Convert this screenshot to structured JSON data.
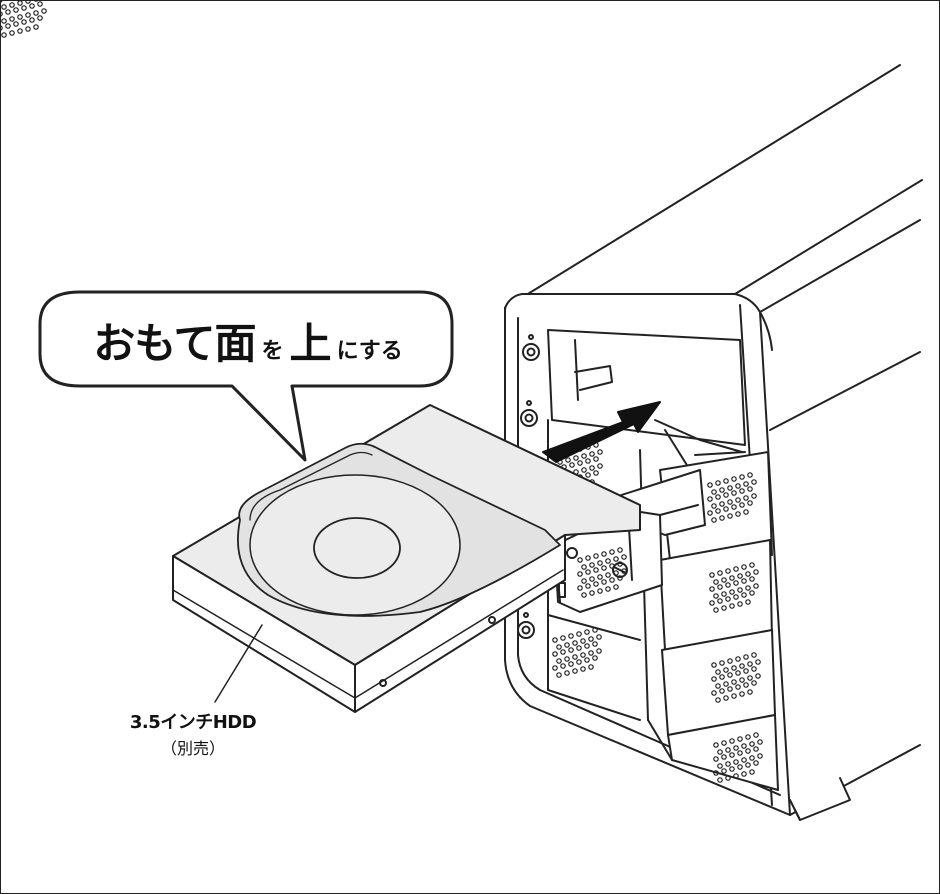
{
  "callout": {
    "part1": "おもて面",
    "part2": "を",
    "part3": "上",
    "part4": "にする"
  },
  "hdd_label": {
    "title": "3.5インチHDD",
    "note": "（別売）"
  },
  "colors": {
    "line": "#222222",
    "hdd_top": "#ececec",
    "arrow": "#111111"
  }
}
